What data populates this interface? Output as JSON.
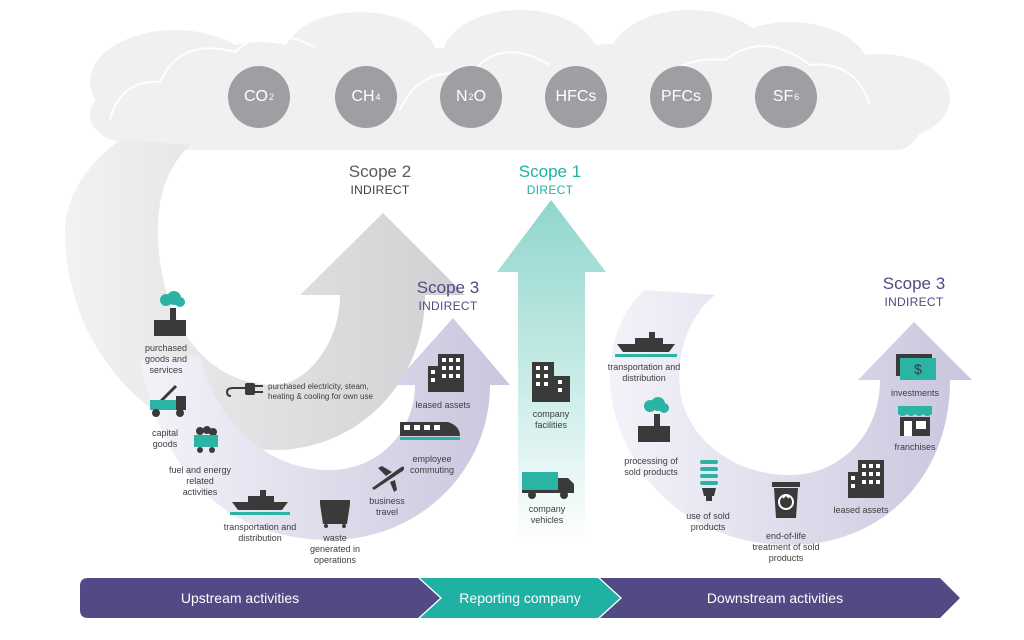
{
  "gases": [
    {
      "base": "CO",
      "sub": "2"
    },
    {
      "base": "CH",
      "sub": "4"
    },
    {
      "base": "N",
      "sub": "2",
      "tail": "O"
    },
    {
      "base": "HFCs",
      "sub": ""
    },
    {
      "base": "PFCs",
      "sub": ""
    },
    {
      "base": "SF",
      "sub": "6"
    }
  ],
  "scopes": {
    "scope2": {
      "title": "Scope 2",
      "subtitle": "INDIRECT"
    },
    "scope1": {
      "title": "Scope 1",
      "subtitle": "DIRECT"
    },
    "scope3_up": {
      "title": "Scope 3",
      "subtitle": "INDIRECT"
    },
    "scope3_down": {
      "title": "Scope 3",
      "subtitle": "INDIRECT"
    }
  },
  "upstream": {
    "purchased_goods": "purchased goods and services",
    "capital_goods": "capital goods",
    "fuel_energy": "fuel and energy related activities",
    "transportation": "transportation and distribution",
    "waste": "waste generated in operations",
    "business_travel": "business travel",
    "employee_commuting": "employee commuting",
    "leased_assets": "leased assets",
    "purchased_electricity": "purchased electricity, steam, heating & cooling for own use"
  },
  "company": {
    "facilities": "company facilities",
    "vehicles": "company vehicles"
  },
  "downstream": {
    "transportation": "transportation and distribution",
    "processing": "processing of sold products",
    "use": "use of sold products",
    "end_of_life": "end-of-life treatment of sold products",
    "leased_assets": "leased assets",
    "franchises": "franchises",
    "investments": "investments"
  },
  "banner": {
    "upstream": "Upstream activities",
    "reporting": "Reporting company",
    "downstream": "Downstream activities"
  },
  "colors": {
    "purple": "#514a84",
    "teal": "#1fb1a3",
    "gray_text": "#5a5a5a",
    "icon_teal": "#2bb3a4",
    "icon_dark": "#3a3a3a"
  }
}
